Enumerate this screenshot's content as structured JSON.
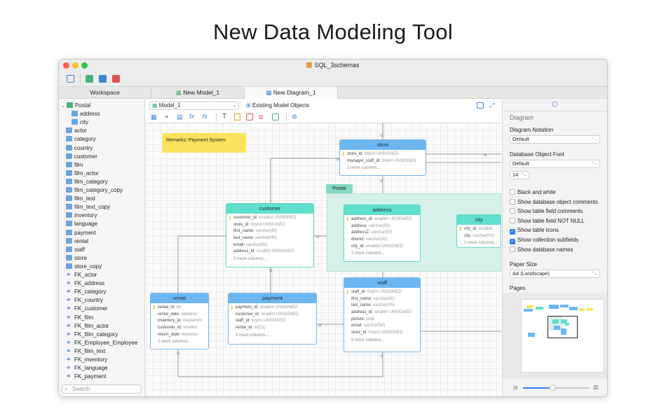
{
  "headline": "New Data Modeling Tool",
  "window": {
    "title": "SQL_3schemas"
  },
  "tabs": [
    {
      "label": "Workspace"
    },
    {
      "label": "New Model_1"
    },
    {
      "label": "New Diagram_1"
    }
  ],
  "sidebar": {
    "group": "Postal",
    "group_children": [
      "address",
      "city"
    ],
    "tables": [
      "actor",
      "category",
      "country",
      "customer",
      "film",
      "film_actor",
      "film_category",
      "film_category_copy",
      "film_text",
      "film_text_copy",
      "inventory",
      "language",
      "payment",
      "rental",
      "staff",
      "store",
      "store_copy"
    ],
    "fks": [
      "FK_actor",
      "FK_address",
      "FK_category",
      "FK_country",
      "FK_customer",
      "FK_film",
      "FK_film_actor",
      "FK_film_category",
      "FK_Employee_Employee",
      "FK_film_text",
      "FK_inventory",
      "FK_language",
      "FK_payment"
    ],
    "search_placeholder": "Search"
  },
  "canvas": {
    "model_select": "Model_1",
    "existing_objects": "Existing Model Objects",
    "note": "Remarks: Payment System",
    "group_label": "Postal",
    "entities": {
      "store": {
        "title": "store",
        "fields": [
          {
            "n": "store_id:",
            "t": "tinyint UNSIGNED",
            "pk": true
          },
          {
            "n": "manager_staff_id:",
            "t": "tinyint UNSIGNED"
          }
        ],
        "more": "2 more columns..."
      },
      "customer": {
        "title": "customer",
        "fields": [
          {
            "n": "customer_id:",
            "t": "smallint UNSIGNED",
            "pk": true
          },
          {
            "n": "store_id:",
            "t": "tinyint UNSIGNED"
          },
          {
            "n": "first_name:",
            "t": "varchar(45)"
          },
          {
            "n": "last_name:",
            "t": "varchar(45)"
          },
          {
            "n": "email:",
            "t": "varchar(50)"
          },
          {
            "n": "address_id:",
            "t": "smallint UNSIGNED"
          }
        ],
        "more": "3 more columns..."
      },
      "address": {
        "title": "address",
        "fields": [
          {
            "n": "address_id:",
            "t": "smallint UNSIGNED",
            "pk": true
          },
          {
            "n": "address:",
            "t": "varchar(50)"
          },
          {
            "n": "address2:",
            "t": "varchar(50)"
          },
          {
            "n": "district:",
            "t": "varchar(20)"
          },
          {
            "n": "city_id:",
            "t": "smallint UNSIGNED"
          }
        ],
        "more": "3 more columns..."
      },
      "city": {
        "title": "city",
        "fields": [
          {
            "n": "city_id:",
            "t": "smallint",
            "pk": true
          },
          {
            "n": "city:",
            "t": "varchar(50)"
          }
        ],
        "more": "2 more columns..."
      },
      "rental": {
        "title": "rental",
        "fields": [
          {
            "n": "rental_id:",
            "t": "int",
            "pk": true
          },
          {
            "n": "rental_date:",
            "t": "datetime"
          },
          {
            "n": "inventory_id:",
            "t": "mediumint"
          },
          {
            "n": "customer_id:",
            "t": "smallint"
          },
          {
            "n": "return_date:",
            "t": "datetime"
          }
        ],
        "more": "2 more columns..."
      },
      "payment": {
        "title": "payment",
        "fields": [
          {
            "n": "payment_id:",
            "t": "smallint UNSIGNED",
            "pk": true
          },
          {
            "n": "customer_id:",
            "t": "smallint UNSIGNED"
          },
          {
            "n": "staff_id:",
            "t": "tinyint UNSIGNED"
          },
          {
            "n": "rental_id:",
            "t": "int(11)"
          }
        ],
        "more": "3 more columns..."
      },
      "staff": {
        "title": "staff",
        "fields": [
          {
            "n": "staff_id:",
            "t": "tinyint UNSIGNED",
            "pk": true
          },
          {
            "n": "first_name:",
            "t": "varchar(45)"
          },
          {
            "n": "last_name:",
            "t": "varchar(45)"
          },
          {
            "n": "address_id:",
            "t": "smallint UNSIGNED"
          },
          {
            "n": "picture:",
            "t": "blob"
          },
          {
            "n": "email:",
            "t": "varchar(50)"
          },
          {
            "n": "store_id:",
            "t": "tinyint UNSIGNED"
          }
        ],
        "more": "5 more columns..."
      }
    }
  },
  "panel": {
    "title": "Diagram",
    "notation_label": "Diagram Notation",
    "notation_value": "Default",
    "font_label": "Database Object Font",
    "font_value": "Default",
    "font_size": "14",
    "options": [
      {
        "label": "Black and white",
        "checked": false
      },
      {
        "label": "Show database object comments",
        "checked": false
      },
      {
        "label": "Show table field comments",
        "checked": false
      },
      {
        "label": "Show table field NOT NULL",
        "checked": false
      },
      {
        "label": "Show table icons",
        "checked": true
      },
      {
        "label": "Show collection subfields",
        "checked": true
      },
      {
        "label": "Show database names",
        "checked": false
      }
    ],
    "paper_label": "Paper Size",
    "paper_value": "A4 (Landscape)",
    "pages_label": "Pages",
    "zoom": 0.45
  },
  "colors": {
    "table_header_blue": "#6cb7f2",
    "table_header_teal": "#5fe0cc",
    "note_yellow": "#fbe45b",
    "group_bg": "#d6f1ea",
    "accent": "#2d7ff6"
  }
}
